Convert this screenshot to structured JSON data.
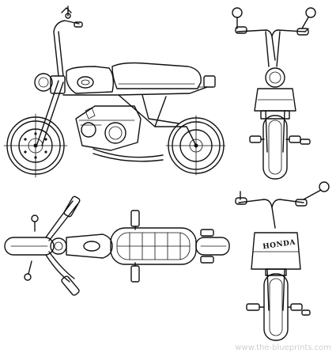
{
  "brand_label": "HONDA",
  "watermark": "www.the-blueprints.com",
  "views": [
    {
      "name": "side-view"
    },
    {
      "name": "front-view"
    },
    {
      "name": "top-view"
    },
    {
      "name": "rear-view"
    }
  ],
  "colors": {
    "line": "#111111",
    "background": "#ffffff",
    "watermark": "#cfcfcf"
  }
}
